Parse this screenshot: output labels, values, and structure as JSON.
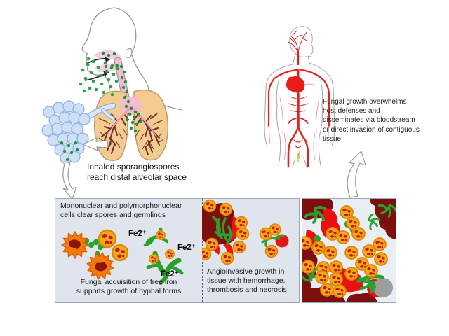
{
  "figure": {
    "stage1_caption": "Inhaled sporangiospores\nreach distal alveolar space",
    "stage3_caption": "Fungal growth overwhelms\nhost defenses and\ndisseminates via bloodstream\nor direct invasion of contiguous\ntissue",
    "panel1": {
      "title": "Mononuclear and polymorphonuclear\ncells clear spores and germlings",
      "fe_label": "Fe2⁺",
      "caption": "Fungal acquisition of free iron\nsupports growth of hyphal forms"
    },
    "panel2": {
      "caption": "Angioinvasive growth in\ntissue with hemorrhage,\nthrombosis and necrosis"
    },
    "colors": {
      "spore_green": "#2aa24a",
      "hyphae_green": "#28a22c",
      "pmn_body": "#f4a71e",
      "pmn_spot": "#c21e04",
      "macrophage_orange": "#f57a0a",
      "nucleus_maroon": "#8c1408",
      "necrosis_maroon": "#7e0f0f",
      "hemorrhage_red": "#e91515",
      "artery_red": "#e32222",
      "lung_tan": "#f4cb90",
      "alveoli_blue": "#cfdff6",
      "panel_bg": "#dfe4ed"
    }
  }
}
